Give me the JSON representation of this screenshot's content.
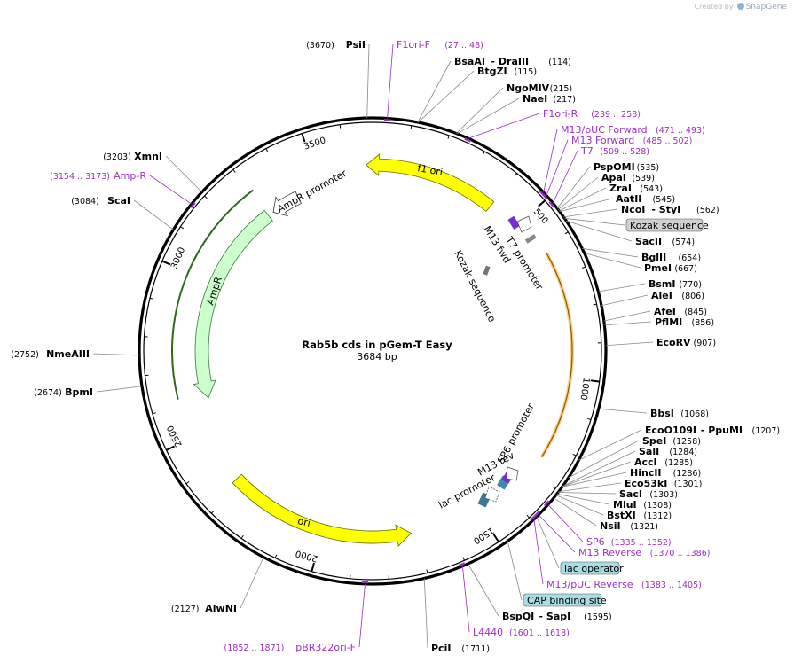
{
  "app": {
    "created_by": "Created by",
    "brand": "SnapGene"
  },
  "plasmid": {
    "name": "Rab5b cds in pGem-T Easy",
    "length_label": "3684 bp",
    "total_bp": 3684
  },
  "colors": {
    "enzyme": "#000000",
    "primer": "#9a2dc8",
    "feature_box": "#a9dce3",
    "feature_box_gray": "#d0d0d0",
    "f1_ori": "#ffff00",
    "ampr": "#ccffcc",
    "orf_orange": "#f5a623",
    "promoter": "#ffffff"
  },
  "ticks": [
    "500",
    "1000",
    "1500",
    "2000",
    "2500",
    "3000",
    "3500"
  ],
  "enzymes": [
    {
      "name": "PsiI",
      "pos": "(3670)"
    },
    {
      "name": "BsaAI",
      "extra": "- DraIII",
      "pos": "(114)"
    },
    {
      "name": "BtgZI",
      "pos": "(115)"
    },
    {
      "name": "NgoMIV",
      "pos": "(215)"
    },
    {
      "name": "NaeI",
      "pos": "(217)"
    },
    {
      "name": "PspOMI",
      "pos": "(535)"
    },
    {
      "name": "ApaI",
      "pos": "(539)"
    },
    {
      "name": "ZraI",
      "pos": "(543)"
    },
    {
      "name": "AatII",
      "pos": "(545)"
    },
    {
      "name": "NcoI",
      "extra": "- StyI",
      "pos": "(562)"
    },
    {
      "name": "SacII",
      "pos": "(574)"
    },
    {
      "name": "BglII",
      "pos": "(654)"
    },
    {
      "name": "PmeI",
      "pos": "(667)"
    },
    {
      "name": "BsmI",
      "pos": "(770)"
    },
    {
      "name": "AleI",
      "pos": "(806)"
    },
    {
      "name": "AfeI",
      "pos": "(845)"
    },
    {
      "name": "PflMI",
      "pos": "(856)"
    },
    {
      "name": "EcoRV",
      "pos": "(907)"
    },
    {
      "name": "BbsI",
      "pos": "(1068)"
    },
    {
      "name": "EcoO109I",
      "extra": "- PpuMI",
      "pos": "(1207)"
    },
    {
      "name": "SpeI",
      "pos": "(1258)"
    },
    {
      "name": "SalI",
      "pos": "(1284)"
    },
    {
      "name": "AccI",
      "pos": "(1285)"
    },
    {
      "name": "HincII",
      "pos": "(1286)"
    },
    {
      "name": "Eco53kI",
      "pos": "(1301)"
    },
    {
      "name": "SacI",
      "pos": "(1303)"
    },
    {
      "name": "MluI",
      "pos": "(1308)"
    },
    {
      "name": "BstXI",
      "pos": "(1312)"
    },
    {
      "name": "NsiI",
      "pos": "(1321)"
    },
    {
      "name": "BspQI",
      "extra": "- SapI",
      "pos": "(1595)"
    },
    {
      "name": "PciI",
      "pos": "(1711)"
    },
    {
      "name": "AlwNI",
      "pos": "(2127)"
    },
    {
      "name": "BpmI",
      "pos": "(2674)"
    },
    {
      "name": "NmeAIII",
      "pos": "(2752)"
    },
    {
      "name": "ScaI",
      "pos": "(3084)"
    },
    {
      "name": "XmnI",
      "pos": "(3203)"
    }
  ],
  "primers": [
    {
      "name": "F1ori-F",
      "range": "(27 .. 48)"
    },
    {
      "name": "F1ori-R",
      "range": "(239 .. 258)"
    },
    {
      "name": "M13/pUC Forward",
      "range": "(471 .. 493)"
    },
    {
      "name": "M13 Forward",
      "range": "(485 .. 502)"
    },
    {
      "name": "T7",
      "range": "(509 .. 528)"
    },
    {
      "name": "SP6",
      "range": "(1335 .. 1352)"
    },
    {
      "name": "M13 Reverse",
      "range": "(1370 .. 1386)"
    },
    {
      "name": "M13/pUC Reverse",
      "range": "(1383 .. 1405)"
    },
    {
      "name": "L4440",
      "range": "(1601 .. 1618)"
    },
    {
      "name": "pBR322ori-F",
      "range": "(1852 .. 1871)"
    },
    {
      "name": "Amp-R",
      "range": "(3154 .. 3173)"
    }
  ],
  "boxed_features": [
    "Kozak sequence",
    "lac operator",
    "CAP binding site"
  ],
  "features": {
    "f1_ori": "f1 ori",
    "ori": "ori",
    "ampr": "AmpR",
    "ampr_promoter": "AmpR promoter",
    "t7_promoter": "T7 promoter",
    "m13_fwd": "M13 fwd",
    "kozak": "Kozak sequence",
    "sp6_promoter": "SP6 promoter",
    "m13_rev": "M13 rev",
    "lac_promoter": "lac promoter"
  }
}
